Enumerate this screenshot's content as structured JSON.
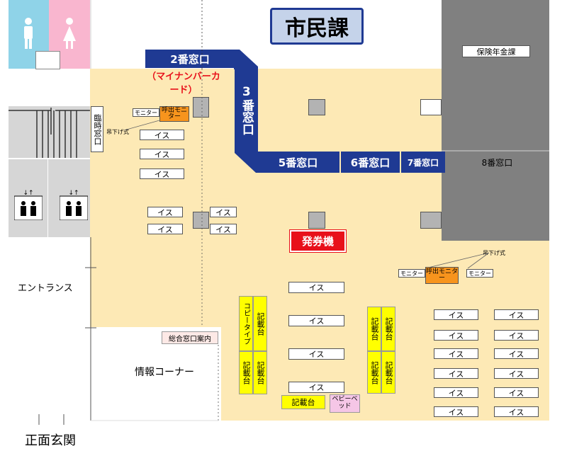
{
  "title": "市民課",
  "windows": {
    "w2": "2番窓口",
    "w3": "3番窓口",
    "w5": "5番窓口",
    "w6": "6番窓口",
    "w7": "7番窓口",
    "w8": "8番窓口"
  },
  "pension": "保険年金課",
  "mynumber": "（マイナンバーカード）",
  "temp_window": "臨時窓口",
  "hanging1": "吊下げ式",
  "hanging2": "吊下げ式",
  "monitor": "モニター",
  "call_monitor": "呼出モニター",
  "chair": "イス",
  "ticket": "発券機",
  "entrance": "エントランス",
  "info_guide": "総合窓口案内",
  "info_corner": "情報コーナー",
  "front": "正面玄関",
  "desk": "記載台",
  "copier": "コピータイプ",
  "baby_bed": "ベビーベッド",
  "colors": {
    "window": "#1f3a93",
    "floor": "#fde9b5",
    "ticket": "#e8101a",
    "desk": "#ffff00",
    "orange": "#f7941d"
  },
  "icons": [
    "male-toilet-icon",
    "female-toilet-icon",
    "elevator-icon",
    "stairs-icon"
  ]
}
